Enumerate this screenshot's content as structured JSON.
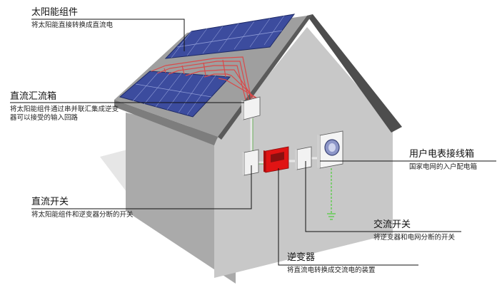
{
  "labels": {
    "solar_module": {
      "title": "太阳能组件",
      "desc": "将太阳能直接转换成直流电"
    },
    "dc_combiner_box": {
      "title": "直流汇流箱",
      "desc": "将太阳能组件通过串并联汇集成逆变器可以接受的输入回路"
    },
    "dc_switch": {
      "title": "直流开关",
      "desc": "将太阳能组件和逆变器分断的开关"
    },
    "meter_box": {
      "title": "用户电表接线箱",
      "desc": "国家电网的入户配电箱"
    },
    "ac_switch": {
      "title": "交流开关",
      "desc": "将逆变器和电网分断的开关"
    },
    "inverter": {
      "title": "逆变器",
      "desc": "将直流电转换成交流电的装置"
    }
  },
  "colors": {
    "wall_front": "#c9c9c9",
    "wall_side": "#a9a9a9",
    "roof": "#9e9e9e",
    "roof_edge": "#4a4a4a",
    "panel": "#3f4fa3",
    "wiring": "#d94a4a",
    "inverter": "#e01414",
    "ground_wire": "#66cc55"
  }
}
